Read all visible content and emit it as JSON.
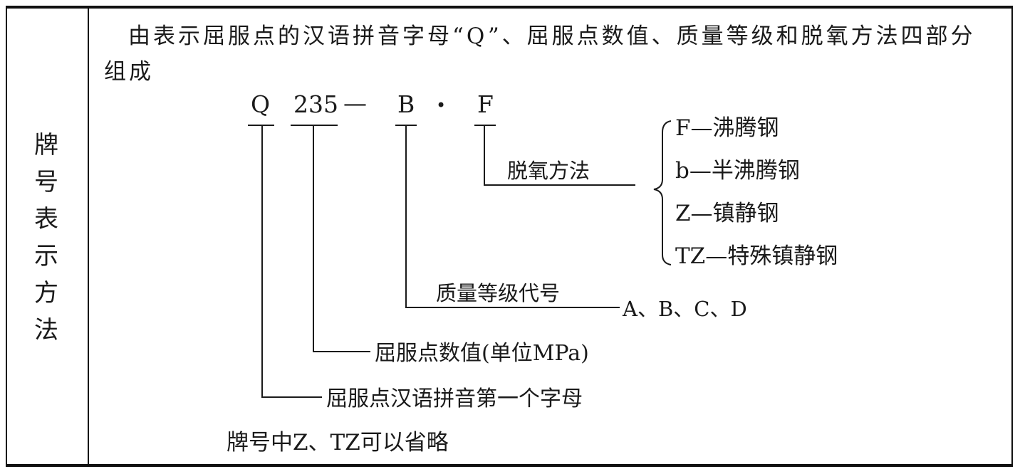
{
  "row_label": [
    "牌",
    "号",
    "表",
    "示",
    "方",
    "法"
  ],
  "description": "由表示屈服点的汉语拼音字母“Q”、屈服点数值、质量等级和脱氧方法四部分组成",
  "designation": {
    "q": "Q",
    "value": "235",
    "dash": "—",
    "grade": "B",
    "dot": "•",
    "method": "F"
  },
  "labels": {
    "deox": "脱氧方法",
    "quality": "质量等级代号",
    "quality_values": "A、B、C、D",
    "yield_value": "屈服点数值(单位MPa)",
    "q_letter": "屈服点汉语拼音第一个字母"
  },
  "deox_options": [
    "F—沸腾钢",
    "b—半沸腾钢",
    "Z—镇静钢",
    "TZ—特殊镇静钢"
  ],
  "note": "牌号中Z、TZ可以省略"
}
